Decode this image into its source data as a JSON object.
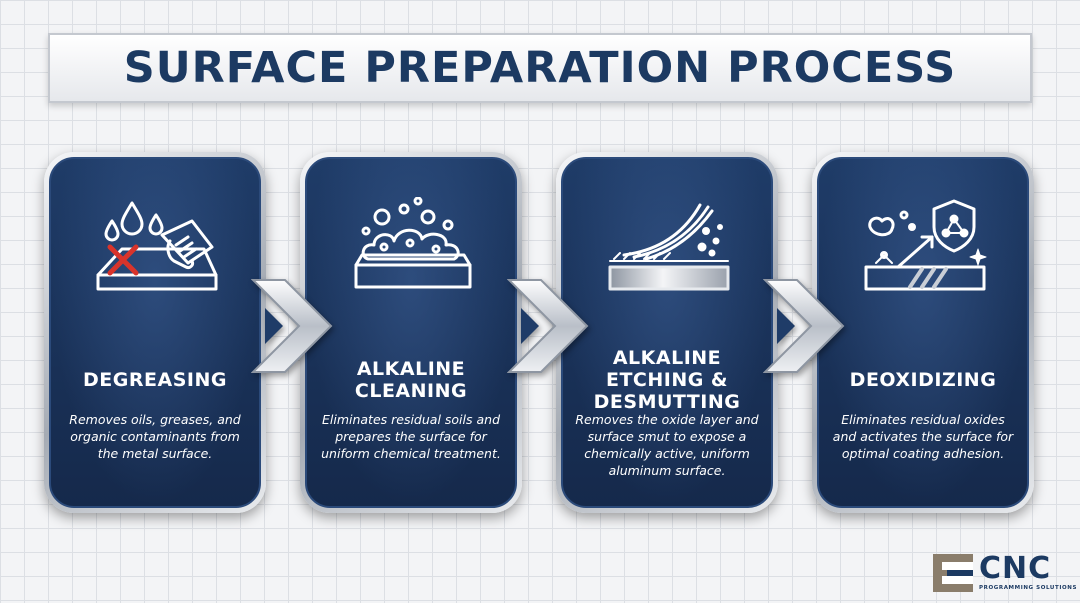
{
  "title": "SURFACE PREPARATION PROCESS",
  "steps": [
    {
      "title": "DEGREASING",
      "description": "Removes oils, greases, and organic contaminants from the metal surface.",
      "icon": "degreasing-wipe-icon"
    },
    {
      "title": "ALKALINE CLEANING",
      "description": "Eliminates residual soils and prepares the surface for uniform chemical treatment.",
      "icon": "foam-bubbles-icon"
    },
    {
      "title": "ALKALINE ETCHING & DESMUTTING",
      "description": "Removes the oxide layer and surface smut to expose a chemically active, uniform aluminum surface.",
      "icon": "etching-surface-icon"
    },
    {
      "title": "DEOXIDIZING",
      "description": "Eliminates residual oxides and activates the surface for optimal coating adhesion.",
      "icon": "shield-activation-icon"
    }
  ],
  "logo": {
    "text": "CNC",
    "subtext": "PROGRAMMING SOLUTIONS"
  },
  "colors": {
    "navy": "#1c3a62",
    "card": "#1f3c68",
    "accent_red": "#d9342b",
    "silver": "#c9ced6"
  }
}
